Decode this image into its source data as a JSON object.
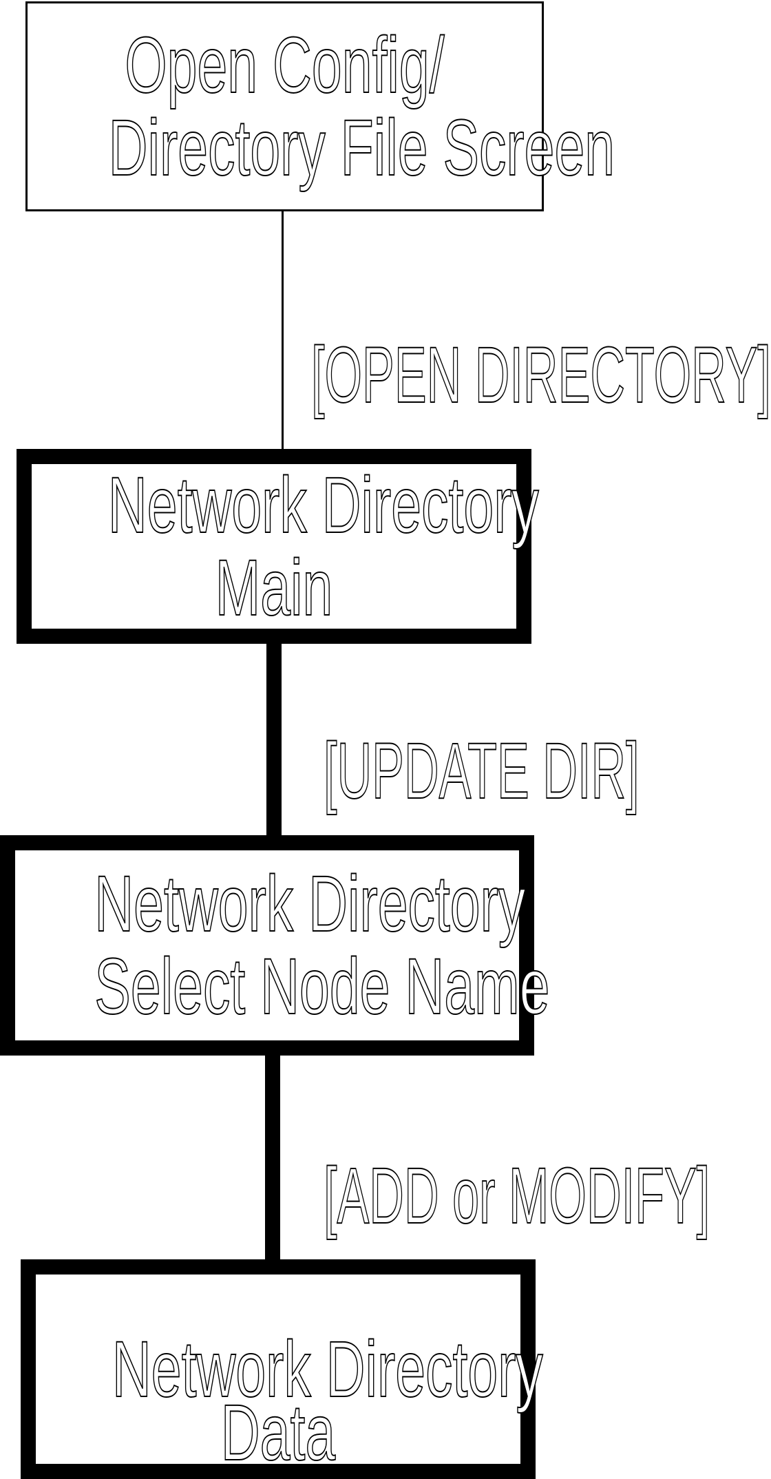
{
  "diagram": {
    "title": "Network Directory screen flow",
    "colors": {
      "line": "#000000",
      "background": "#ffffff"
    },
    "nodes": [
      {
        "id": "open-config-directory-file-screen",
        "border": "thin",
        "lines": [
          "Open Config/",
          "Directory File Screen"
        ]
      },
      {
        "id": "network-directory-main",
        "border": "thick",
        "lines": [
          "Network Directory",
          "Main"
        ]
      },
      {
        "id": "network-directory-select-node-name",
        "border": "thick",
        "lines": [
          "Network Directory",
          "Select Node Name"
        ]
      },
      {
        "id": "network-directory-data",
        "border": "thick",
        "lines": [
          "Network Directory",
          "Data"
        ]
      }
    ],
    "edges": [
      {
        "from": "open-config-directory-file-screen",
        "to": "network-directory-main",
        "label": "[OPEN DIRECTORY]",
        "weight": "thin"
      },
      {
        "from": "network-directory-main",
        "to": "network-directory-select-node-name",
        "label": "[UPDATE DIR]",
        "weight": "thick"
      },
      {
        "from": "network-directory-select-node-name",
        "to": "network-directory-data",
        "label": "[ADD or MODIFY]",
        "weight": "thick"
      }
    ]
  }
}
